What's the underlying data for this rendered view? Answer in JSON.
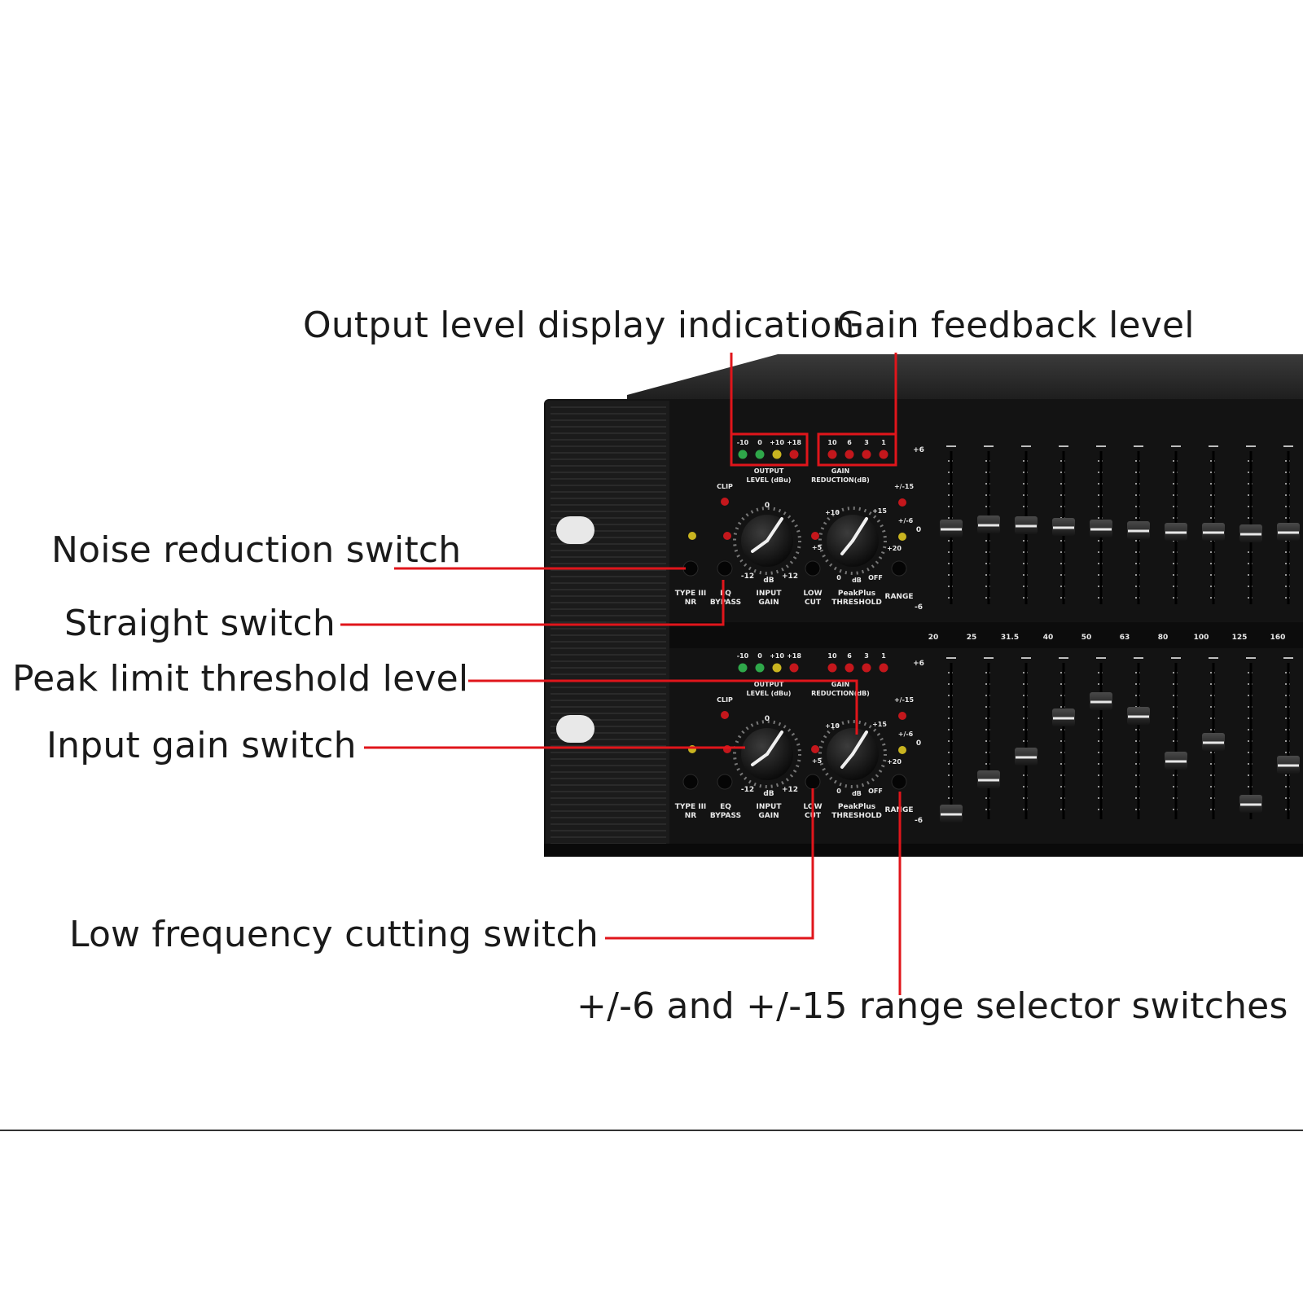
{
  "callouts": {
    "output_level": "Output level display indication",
    "gain_feedback": "Gain feedback level",
    "noise_reduction": "Noise reduction switch",
    "straight": "Straight switch",
    "peak_limit": "Peak limit threshold level",
    "input_gain": "Input gain switch",
    "low_freq_cut": "Low frequency cutting switch",
    "range_selector": "+/-6 and +/-15 range selector switches"
  },
  "panel": {
    "output_meter_ticks": [
      "-10",
      "0",
      "+10",
      "+18"
    ],
    "output_meter_label": [
      "OUTPUT",
      "LEVEL (dBu)"
    ],
    "gain_reduction_ticks": [
      "10",
      "6",
      "3",
      "1"
    ],
    "gain_reduction_label": [
      "GAIN",
      "REDUCTION(dB)"
    ],
    "clip_label": "CLIP",
    "type_nr_label": [
      "TYPE III",
      "NR"
    ],
    "eq_bypass_label": [
      "EQ",
      "BYPASS"
    ],
    "input_gain_label": [
      "INPUT",
      "GAIN"
    ],
    "input_gain_scale": [
      "0",
      "-12",
      "dB",
      "+12"
    ],
    "low_cut_label": [
      "LOW",
      "CUT"
    ],
    "threshold_label": [
      "PeakPlus",
      "THRESHOLD"
    ],
    "threshold_scale": [
      "+10",
      "+15",
      "+5",
      "0",
      "dB",
      "OFF",
      "+20"
    ],
    "range_label": "RANGE",
    "range_options": [
      "+/-15",
      "+/-6",
      "0"
    ],
    "fader_scale": [
      "+6",
      "0",
      "-6"
    ],
    "frequencies": [
      "20",
      "25",
      "31.5",
      "40",
      "50",
      "63",
      "80",
      "100",
      "125",
      "160"
    ]
  },
  "colors": {
    "callout_line": "#e0151b",
    "chassis": "#141414",
    "led_green": "#2fa84a",
    "led_red": "#c4171c",
    "led_yellow": "#c9b420",
    "divider": "#333333"
  }
}
